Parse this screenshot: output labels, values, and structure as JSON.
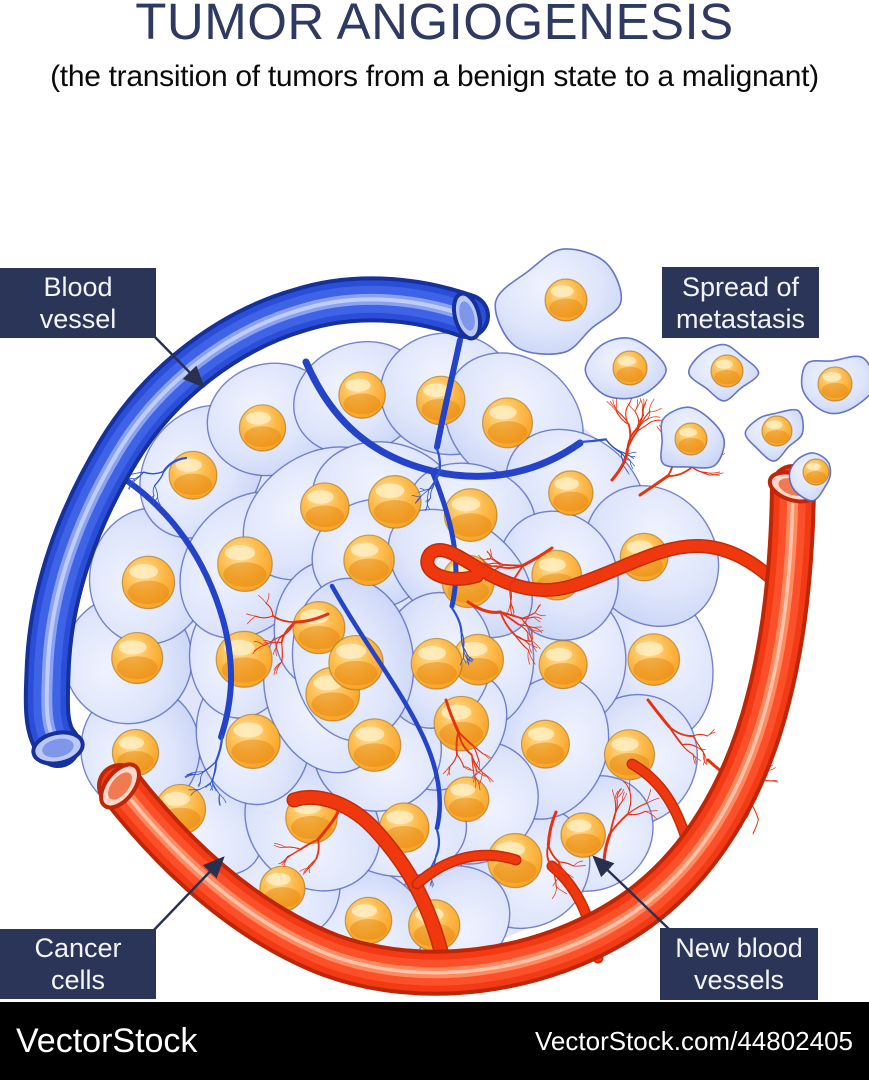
{
  "header": {
    "title": "TUMOR ANGIOGENESIS",
    "subtitle": "(the transition of tumors from a benign state to a malignant)"
  },
  "labels": {
    "blood_vessel": "Blood vessel",
    "spread_of_metastasis": "Spread of metastasis",
    "cancer_cells": "Cancer cells",
    "new_blood_vessels": "New blood vessels"
  },
  "footer": {
    "logo": "VectorStock",
    "url": "VectorStock.com/44802405"
  },
  "colors": {
    "title_text": "#2e3a62",
    "label_bg": "#2b3557",
    "arrow": "#27304f",
    "blue_vessel": "#2a4ed8",
    "red_vessel": "#f23a14",
    "cell_fill": "#c8d3f5",
    "cell_outline": "#4d5fbe",
    "nucleus": "#f9a42a",
    "footer_bg": "#000000"
  }
}
